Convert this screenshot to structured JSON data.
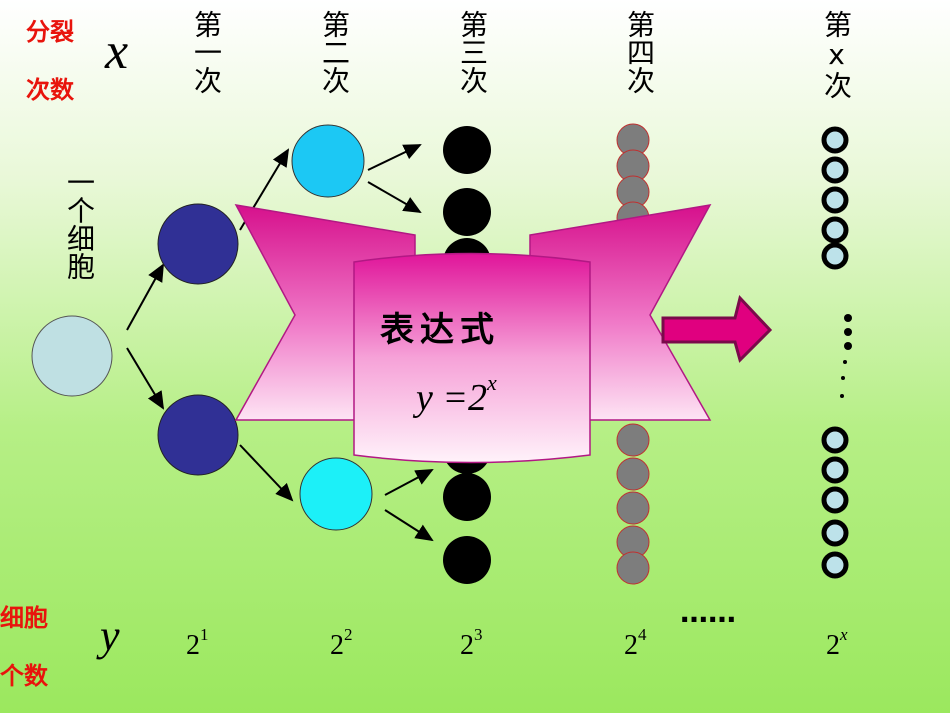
{
  "top_left_label": {
    "line1": "分裂",
    "line2": "次数"
  },
  "x_var": "x",
  "columns": [
    {
      "label": "第一次"
    },
    {
      "label": "第二次"
    },
    {
      "label": "第三次"
    },
    {
      "label": "第四次"
    },
    {
      "label": "第x次"
    }
  ],
  "one_cell_label": "一个细胞",
  "bottom_left_label": {
    "line1": "细胞",
    "line2": "个数"
  },
  "y_var": "y",
  "bottom_values": [
    {
      "base": "2",
      "exp": "1"
    },
    {
      "base": "2",
      "exp": "2"
    },
    {
      "base": "2",
      "exp": "3"
    },
    {
      "base": "2",
      "exp": "4"
    },
    {
      "base": "2",
      "exp": "x"
    }
  ],
  "dots": "……",
  "banner": {
    "title": "表达式",
    "formula_lhs": "y =2",
    "formula_exp": "x"
  },
  "colors": {
    "cell_start": "#bfe0e3",
    "cell_gen1": "#303095",
    "cell_gen2": "#1cc8f4",
    "cell_gen3": "#000000",
    "cell_gen4": "#7d7d7d",
    "banner": "#e21aa0",
    "arrow": "#e0007f"
  }
}
